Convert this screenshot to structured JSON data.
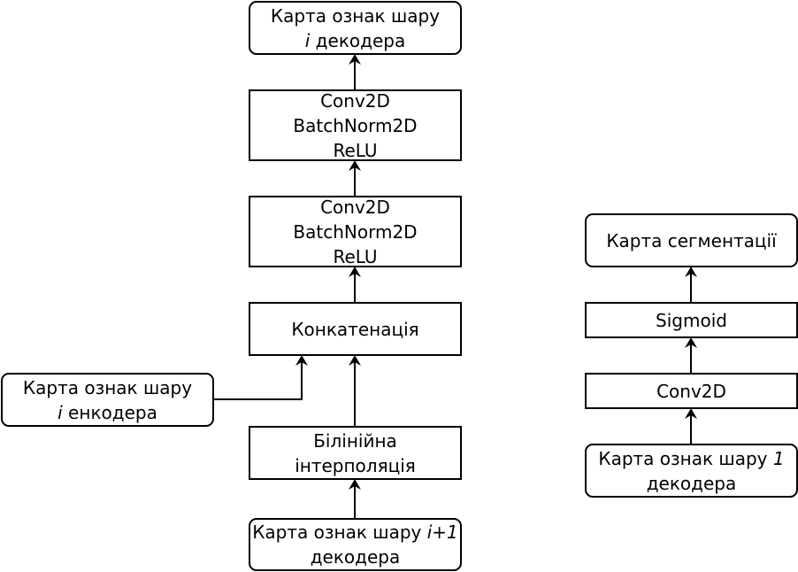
{
  "nodes": {
    "dec_out": {
      "prefix": "",
      "italic": "i",
      "suffix": " декодера",
      "line1": "Карта ознак шару"
    },
    "conv_block_top": {
      "lines": [
        "Conv2D",
        "BatchNorm2D",
        "ReLU"
      ]
    },
    "conv_block_bottom": {
      "lines": [
        "Conv2D",
        "BatchNorm2D",
        "ReLU"
      ]
    },
    "concat": {
      "label": "Конкатенація"
    },
    "enc_in": {
      "line1": "Карта ознак шару",
      "italic": "i",
      "suffix": " енкодера"
    },
    "bilinear": {
      "lines": [
        "Білінійна",
        "інтерполяція"
      ]
    },
    "dec_in": {
      "prefix": "Карта ознак шару ",
      "italic": "i+1",
      "line2": "декодера"
    },
    "seg_map": {
      "label": "Карта сегментації"
    },
    "sigmoid": {
      "label": "Sigmoid"
    },
    "conv2d": {
      "label": "Conv2D"
    },
    "dec1_in": {
      "prefix": "Карта ознак шару ",
      "italic": "1",
      "line2": "декодера"
    }
  }
}
